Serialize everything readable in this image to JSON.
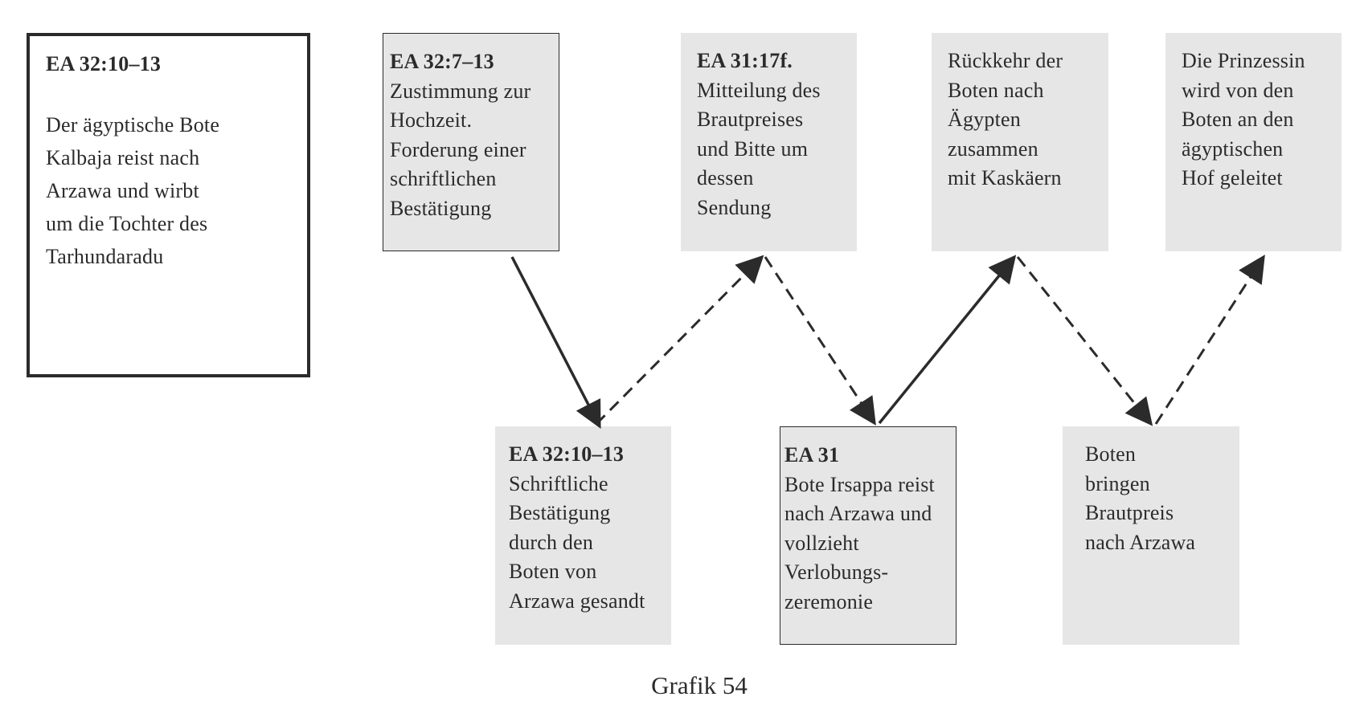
{
  "intro_box": {
    "ref": "EA 32:10–13",
    "lines": [
      "Der ägyptische Bote",
      "Kalbaja reist nach",
      "Arzawa und wirbt",
      "um die Tochter des",
      "Tarhundaradu"
    ]
  },
  "top_boxes": [
    {
      "ref": "EA 32:7–13",
      "lines": [
        "Zustimmung zur",
        "Hochzeit.",
        "Forderung einer",
        "schriftlichen",
        "Bestätigung"
      ]
    },
    {
      "ref": "EA 31:17f.",
      "lines": [
        "Mitteilung des",
        "Brautpreises",
        "und Bitte um",
        "dessen",
        "Sendung"
      ]
    },
    {
      "ref": "",
      "lines": [
        "Rückkehr der",
        "Boten nach",
        "Ägypten",
        "zusammen",
        "mit Kaskäern"
      ]
    },
    {
      "ref": "",
      "lines": [
        "Die Prinzessin",
        "wird von den",
        "Boten an den",
        "ägyptischen",
        "Hof geleitet"
      ]
    }
  ],
  "bottom_boxes": [
    {
      "ref": "EA 32:10–13",
      "lines": [
        "Schriftliche",
        "Bestätigung",
        "durch den",
        "Boten von",
        "Arzawa gesandt"
      ]
    },
    {
      "ref": "EA 31",
      "lines": [
        "Bote Irsappa reist",
        "nach Arzawa und",
        "vollzieht",
        "Verlobungs-",
        "zeremonie"
      ]
    },
    {
      "ref": "",
      "lines": [
        "Boten",
        "bringen",
        "Brautpreis",
        "nach Arzawa"
      ]
    }
  ],
  "arrows": [
    {
      "from": "top_boxes.0",
      "to": "bottom_boxes.0",
      "style": "solid"
    },
    {
      "from": "bottom_boxes.0",
      "to": "top_boxes.1",
      "style": "dashed"
    },
    {
      "from": "top_boxes.1",
      "to": "bottom_boxes.1",
      "style": "dashed"
    },
    {
      "from": "bottom_boxes.1",
      "to": "top_boxes.2",
      "style": "solid"
    },
    {
      "from": "top_boxes.2",
      "to": "bottom_boxes.2",
      "style": "dashed"
    },
    {
      "from": "bottom_boxes.2",
      "to": "top_boxes.3",
      "style": "dashed"
    }
  ],
  "colors": {
    "box_fill": "#e6e6e6",
    "ink": "#2b2b2b"
  },
  "caption": "Grafik 54"
}
